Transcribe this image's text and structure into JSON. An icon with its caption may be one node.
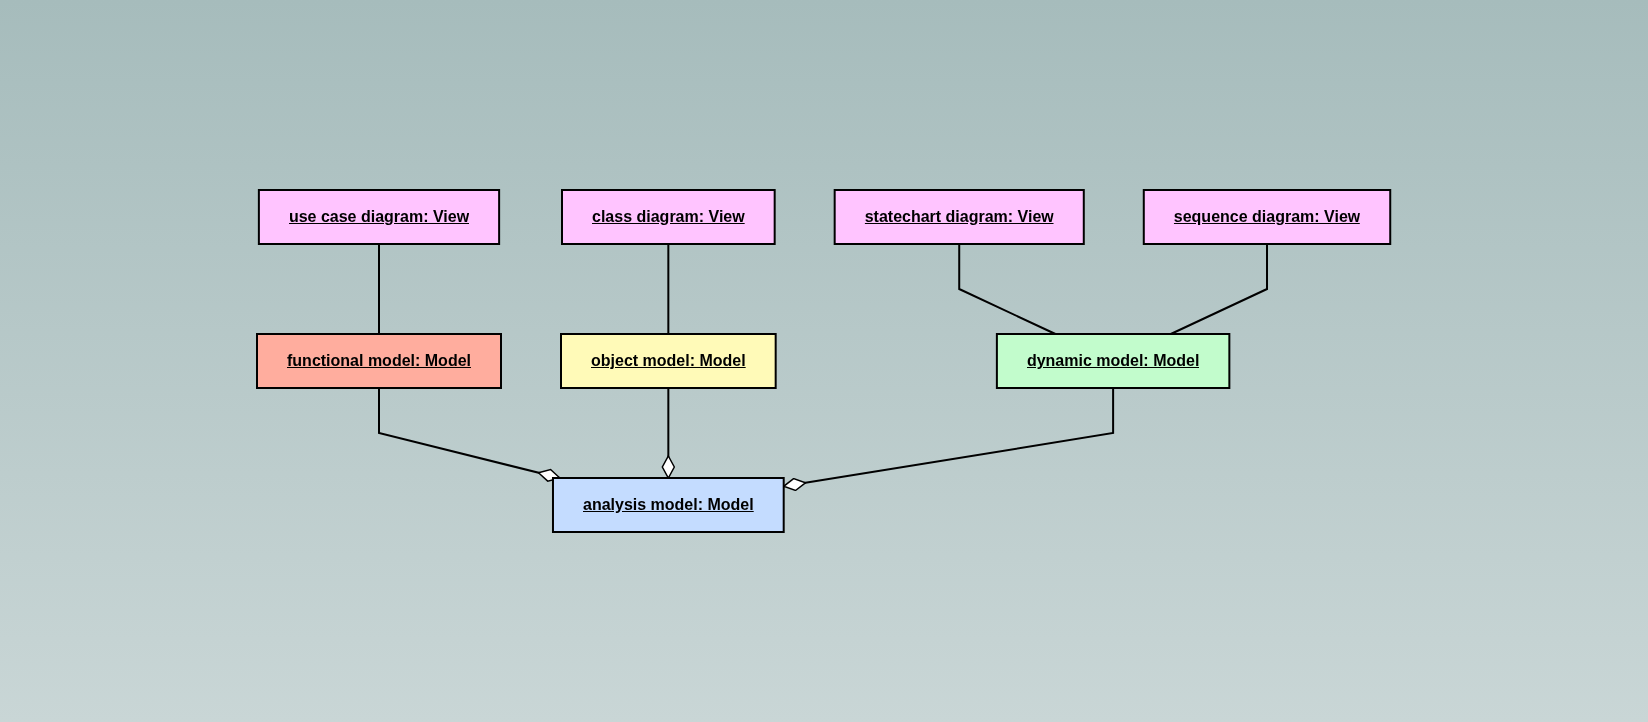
{
  "diagram": {
    "nodes": [
      {
        "text": [
          "use case diagram: View"
        ]
      },
      {
        "text": [
          "class diagram: View"
        ]
      },
      {
        "text": [
          "statechart diagram: View"
        ]
      },
      {
        "text": [
          "sequence diagram: View"
        ]
      },
      {
        "text": [
          "functional model: Model"
        ]
      },
      {
        "text": [
          "object model: Model"
        ]
      },
      {
        "text": [
          "dynamic model: Model"
        ]
      },
      {
        "text": [
          "analysis model: Model"
        ]
      }
    ],
    "edges": [
      {
        "from": 0,
        "to": 4,
        "arrow": "none"
      },
      {
        "from": 1,
        "to": 5,
        "arrow": "none"
      },
      {
        "from": 2,
        "to": 6,
        "arrow": "none"
      },
      {
        "from": 3,
        "to": 6,
        "arrow": "none"
      },
      {
        "from": 4,
        "to": 7,
        "arrow": "other"
      },
      {
        "from": 5,
        "to": 7,
        "arrow": "other"
      },
      {
        "from": 6,
        "to": 7,
        "arrow": "other"
      }
    ]
  }
}
